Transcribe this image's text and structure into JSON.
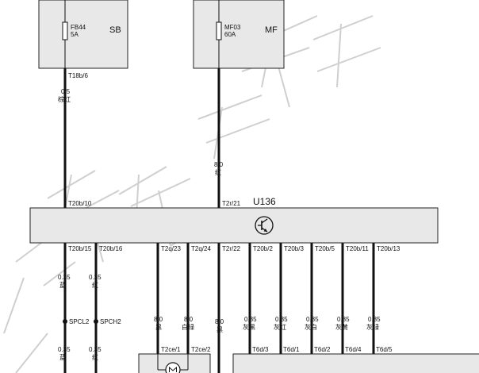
{
  "fuses": {
    "sb": {
      "name": "SB",
      "fuse_id": "FB44",
      "rating": "5A"
    },
    "mf": {
      "name": "MF",
      "fuse_id": "MF03",
      "rating": "60A"
    }
  },
  "module": {
    "name": "U136"
  },
  "colors": {
    "box_fill": "#e8e8e8",
    "line": "#222222",
    "wire": "#111111",
    "watermark": "#cfcfcf"
  },
  "icons": {
    "module_symbol": "transistor-icon",
    "motor_symbol": "motor-icon",
    "splice": "splice-icon"
  },
  "wires_top": [
    {
      "pin_top": "T18b/6",
      "size": "0.5",
      "color": "棕红",
      "pin_bottom": "T20b/10"
    },
    {
      "pin_top": "",
      "size": "8.0",
      "color": "红",
      "pin_bottom": "T2r/21"
    }
  ],
  "wires_bottom": [
    {
      "pin_top": "T20b/15",
      "size": "0.35",
      "color": "蓝",
      "splice": "SPCL2",
      "size2": "0.35",
      "color2": "蓝"
    },
    {
      "pin_top": "T20b/16",
      "size": "0.35",
      "color": "红",
      "splice": "SPCH2",
      "size2": "0.35",
      "color2": "红"
    },
    {
      "pin_top": "T2q/23",
      "size": "8.0",
      "color": "黑",
      "pin_bottom": "T2ce/1"
    },
    {
      "pin_top": "T2q/24",
      "size": "8.0",
      "color": "白绿",
      "pin_bottom": "T2ce/2"
    },
    {
      "pin_top": "T2r/22",
      "size": "8.0",
      "color": "黑"
    },
    {
      "pin_top": "T20b/2",
      "size": "0.35",
      "color": "灰黑",
      "pin_bottom": "T6d/3"
    },
    {
      "pin_top": "T20b/3",
      "size": "0.35",
      "color": "灰红",
      "pin_bottom": "T6d/1"
    },
    {
      "pin_top": "T20b/5",
      "size": "0.35",
      "color": "灰白",
      "pin_bottom": "T6d/2"
    },
    {
      "pin_top": "T20b/11",
      "size": "0.35",
      "color": "灰黄",
      "pin_bottom": "T6d/4"
    },
    {
      "pin_top": "T20b/13",
      "size": "0.35",
      "color": "灰绿",
      "pin_bottom": "T6d/5"
    }
  ]
}
